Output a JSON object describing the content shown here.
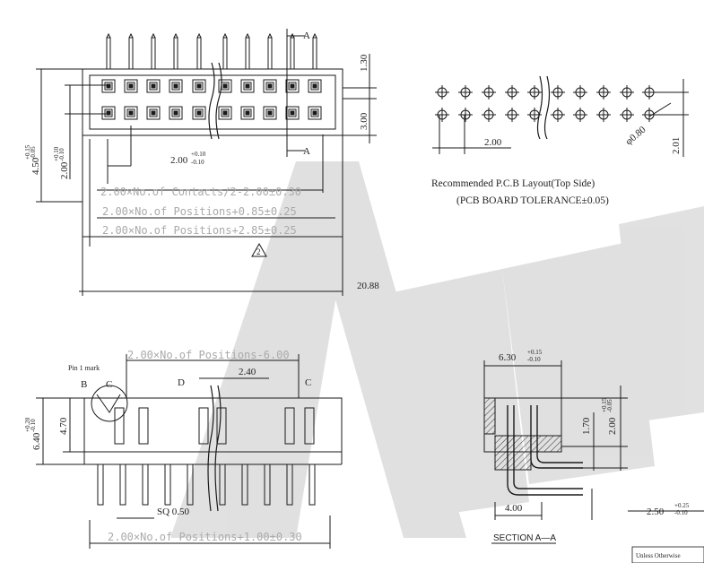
{
  "colors": {
    "line": "#1a1a1a",
    "watermark": "#d9d9d9",
    "watermark_text": "#c0c0c0",
    "hatch": "#333333"
  },
  "top_view": {
    "section_marker": "A",
    "dim_1_30": "1.30",
    "dim_3_00": "3.00",
    "dim_4_50": "4.50",
    "dim_4_50_tol_top": "+0.15",
    "dim_4_50_tol_bot": "-0.05",
    "dim_2_00_v": "2.00",
    "dim_2_00_v_tol_top": "+0.10",
    "dim_2_00_v_tol_bot": "-0.10",
    "dim_pitch": "2.00",
    "dim_pitch_tol_top": "+0.10",
    "dim_pitch_tol_bot": "-0.10",
    "formula_contacts": "2.00×No.of Contacts/2-2.00±0.30",
    "formula_positions_085": "2.00×No.of Positions+0.85±0.25",
    "formula_positions_285": "2.00×No.of Positions+2.85±0.25",
    "note_mark": "2",
    "dim_20_88": "20.88"
  },
  "pcb_layout": {
    "dim_pitch": "2.00",
    "dim_row": "2.01",
    "hole_dia": "φ0.80",
    "caption_1": "Recommended P.C.B Layout(Top Side)",
    "caption_2": "(PCB BOARD TOLERANCE±0.05)"
  },
  "front_view": {
    "formula_positions_600": "2.00×No.of Positions-6.00",
    "pin1_label": "Pin 1 mark",
    "label_b": "B",
    "label_c": "C",
    "label_d": "D",
    "dim_2_40": "2.40",
    "dim_4_70": "4.70",
    "dim_6_40": "6.40",
    "dim_6_40_tol_top": "+0.20",
    "dim_6_40_tol_bot": "-0.10",
    "sq_label": "SQ 0.50",
    "formula_positions_100": "2.00×No.of Positions+1.00±0.30"
  },
  "section_view": {
    "dim_6_30": "6.30",
    "dim_6_30_tol_top": "+0.15",
    "dim_6_30_tol_bot": "-0.10",
    "dim_1_70": "1.70",
    "dim_2_00": "2.00",
    "dim_2_00_tol_top": "+0.15",
    "dim_2_00_tol_bot": "-0.05",
    "dim_4_00": "4.00",
    "dim_2_50": "2.50",
    "dim_2_50_tol_top": "+0.25",
    "dim_2_50_tol_bot": "-0.10",
    "title": "SECTION A—A"
  },
  "title_block": {
    "text": "Unless Otherwise"
  }
}
